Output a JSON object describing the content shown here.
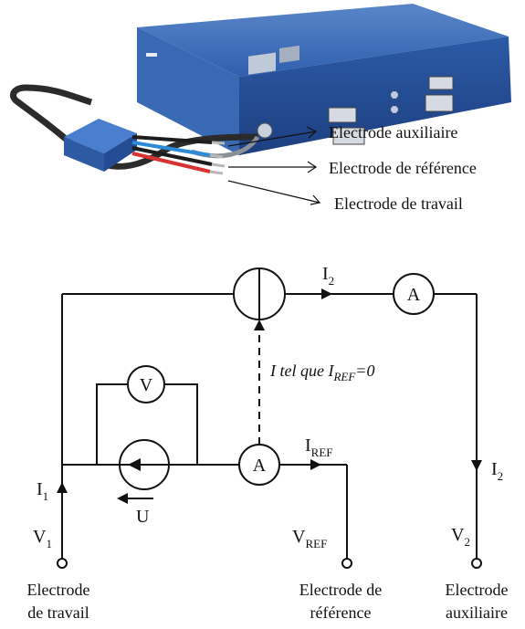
{
  "photo": {
    "callouts": [
      "Electrode auxiliaire",
      "Electrode de référence",
      "Electrode de travail"
    ]
  },
  "circuit": {
    "currents": {
      "i2_top": {
        "main": "I",
        "sub": "2"
      },
      "iref": {
        "main": "I",
        "sub": "REF"
      },
      "i1": {
        "main": "I",
        "sub": "1"
      },
      "i2_right": {
        "main": "I",
        "sub": "2"
      }
    },
    "control_note": {
      "pre": "I tel que I",
      "sub": "REF",
      "post": "=0"
    },
    "voltage_label": "U",
    "potentials": {
      "v1": {
        "main": "V",
        "sub": "1"
      },
      "vref": {
        "main": "V",
        "sub": "REF"
      },
      "v2": {
        "main": "V",
        "sub": "2"
      }
    },
    "meters": {
      "ammeter_top": "A",
      "ammeter_mid": "A",
      "voltmeter": "V"
    },
    "electrodes": {
      "travail": [
        "Electrode",
        "de travail"
      ],
      "reference": [
        "Electrode de",
        "référence"
      ],
      "auxiliaire": [
        "Electrode",
        "auxiliaire"
      ]
    }
  }
}
